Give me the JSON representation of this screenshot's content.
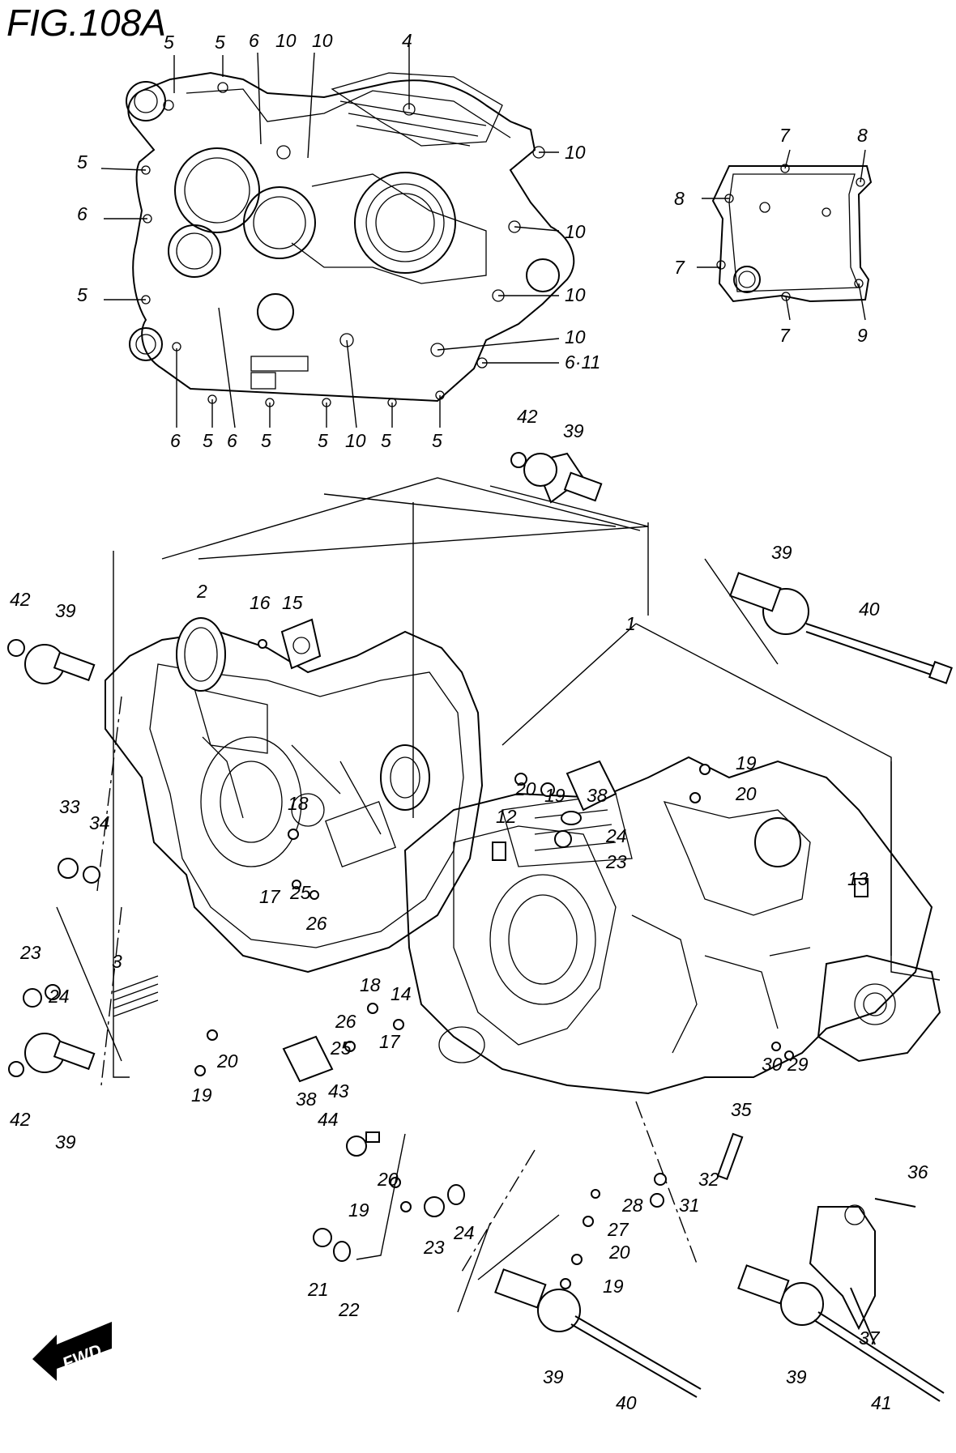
{
  "figure": {
    "title": "FIG.108A"
  },
  "fwd": {
    "label": "FWD"
  },
  "callouts": [
    {
      "id": "c-5a",
      "text": "5"
    },
    {
      "id": "c-5b",
      "text": "5"
    },
    {
      "id": "c-6a",
      "text": "6"
    },
    {
      "id": "c-10a",
      "text": "10"
    },
    {
      "id": "c-10b",
      "text": "10"
    },
    {
      "id": "c-4",
      "text": "4"
    },
    {
      "id": "c-10c",
      "text": "10"
    },
    {
      "id": "c-5c",
      "text": "5"
    },
    {
      "id": "c-10d",
      "text": "10"
    },
    {
      "id": "c-6b",
      "text": "6"
    },
    {
      "id": "c-5d",
      "text": "5"
    },
    {
      "id": "c-10e",
      "text": "10"
    },
    {
      "id": "c-10f",
      "text": "10"
    },
    {
      "id": "c-611",
      "text": "6·11"
    },
    {
      "id": "c-6c",
      "text": "6"
    },
    {
      "id": "c-5e",
      "text": "5"
    },
    {
      "id": "c-6d",
      "text": "6"
    },
    {
      "id": "c-5f",
      "text": "5"
    },
    {
      "id": "c-5g",
      "text": "5"
    },
    {
      "id": "c-10g",
      "text": "10"
    },
    {
      "id": "c-5h",
      "text": "5"
    },
    {
      "id": "c-5i",
      "text": "5"
    },
    {
      "id": "c-7a",
      "text": "7"
    },
    {
      "id": "c-8a",
      "text": "8"
    },
    {
      "id": "c-8b",
      "text": "8"
    },
    {
      "id": "c-7b",
      "text": "7"
    },
    {
      "id": "c-7c",
      "text": "7"
    },
    {
      "id": "c-9",
      "text": "9"
    },
    {
      "id": "c-42a",
      "text": "42"
    },
    {
      "id": "c-39a",
      "text": "39"
    },
    {
      "id": "c-39b",
      "text": "39"
    },
    {
      "id": "c-40a",
      "text": "40"
    },
    {
      "id": "c-1",
      "text": "1"
    },
    {
      "id": "c-2",
      "text": "2"
    },
    {
      "id": "c-16",
      "text": "16"
    },
    {
      "id": "c-15",
      "text": "15"
    },
    {
      "id": "c-42b",
      "text": "42"
    },
    {
      "id": "c-39c",
      "text": "39"
    },
    {
      "id": "c-19a",
      "text": "19"
    },
    {
      "id": "c-20a",
      "text": "20"
    },
    {
      "id": "c-19b",
      "text": "19"
    },
    {
      "id": "c-20b",
      "text": "20"
    },
    {
      "id": "c-38a",
      "text": "38"
    },
    {
      "id": "c-33",
      "text": "33"
    },
    {
      "id": "c-34",
      "text": "34"
    },
    {
      "id": "c-18a",
      "text": "18"
    },
    {
      "id": "c-12",
      "text": "12"
    },
    {
      "id": "c-24a",
      "text": "24"
    },
    {
      "id": "c-23a",
      "text": "23"
    },
    {
      "id": "c-13",
      "text": "13"
    },
    {
      "id": "c-17a",
      "text": "17"
    },
    {
      "id": "c-25a",
      "text": "25"
    },
    {
      "id": "c-26a",
      "text": "26"
    },
    {
      "id": "c-23b",
      "text": "23"
    },
    {
      "id": "c-24b",
      "text": "24"
    },
    {
      "id": "c-3",
      "text": "3"
    },
    {
      "id": "c-14",
      "text": "14"
    },
    {
      "id": "c-18b",
      "text": "18"
    },
    {
      "id": "c-26b",
      "text": "26"
    },
    {
      "id": "c-25b",
      "text": "25"
    },
    {
      "id": "c-17b",
      "text": "17"
    },
    {
      "id": "c-20c",
      "text": "20"
    },
    {
      "id": "c-19c",
      "text": "19"
    },
    {
      "id": "c-38b",
      "text": "38"
    },
    {
      "id": "c-43",
      "text": "43"
    },
    {
      "id": "c-44",
      "text": "44"
    },
    {
      "id": "c-42c",
      "text": "42"
    },
    {
      "id": "c-39d",
      "text": "39"
    },
    {
      "id": "c-30",
      "text": "30"
    },
    {
      "id": "c-29",
      "text": "29"
    },
    {
      "id": "c-35",
      "text": "35"
    },
    {
      "id": "c-36",
      "text": "36"
    },
    {
      "id": "c-20d",
      "text": "20"
    },
    {
      "id": "c-19d",
      "text": "19"
    },
    {
      "id": "c-24c",
      "text": "24"
    },
    {
      "id": "c-23c",
      "text": "23"
    },
    {
      "id": "c-32",
      "text": "32"
    },
    {
      "id": "c-28",
      "text": "28"
    },
    {
      "id": "c-31",
      "text": "31"
    },
    {
      "id": "c-27",
      "text": "27"
    },
    {
      "id": "c-20e",
      "text": "20"
    },
    {
      "id": "c-21",
      "text": "21"
    },
    {
      "id": "c-22",
      "text": "22"
    },
    {
      "id": "c-19e",
      "text": "19"
    },
    {
      "id": "c-37",
      "text": "37"
    },
    {
      "id": "c-39e",
      "text": "39"
    },
    {
      "id": "c-40b",
      "text": "40"
    },
    {
      "id": "c-39f",
      "text": "39"
    },
    {
      "id": "c-41",
      "text": "41"
    }
  ]
}
